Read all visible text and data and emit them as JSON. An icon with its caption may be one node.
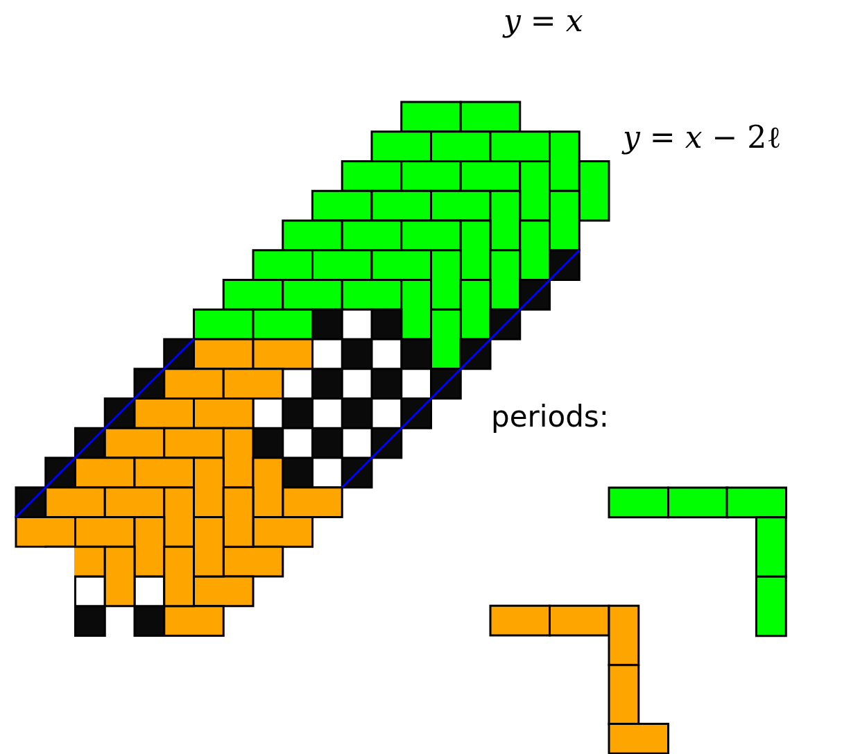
{
  "diagram": {
    "labels": [
      "*y* = *x*",
      "*y* = *x* − 2ℓ",
      "periods:"
    ]
  }
}
